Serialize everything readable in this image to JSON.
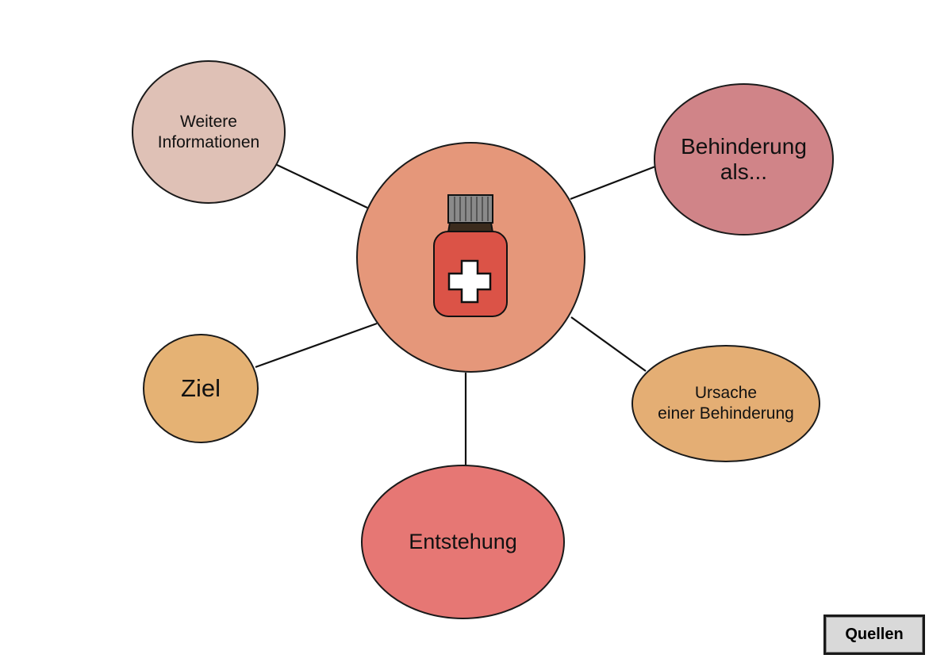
{
  "colors": {
    "center": "#e5977a",
    "info": "#dfc1b6",
    "behinderung": "#d08488",
    "ziel": "#e5b274",
    "ursache": "#e4ae74",
    "entstehung": "#e67774",
    "bottle_red": "#db5347",
    "bottle_neck": "#3b2b1d",
    "bottle_cap": "#8a8a8a"
  },
  "center": {
    "icon": "medicine-bottle-icon"
  },
  "nodes": {
    "info": "Weitere\nInformationen",
    "behinderung": "Behinderung\nals...",
    "ziel": "Ziel",
    "ursache": "Ursache\neiner Behinderung",
    "entstehung": "Entstehung"
  },
  "quellen_label": "Quellen"
}
